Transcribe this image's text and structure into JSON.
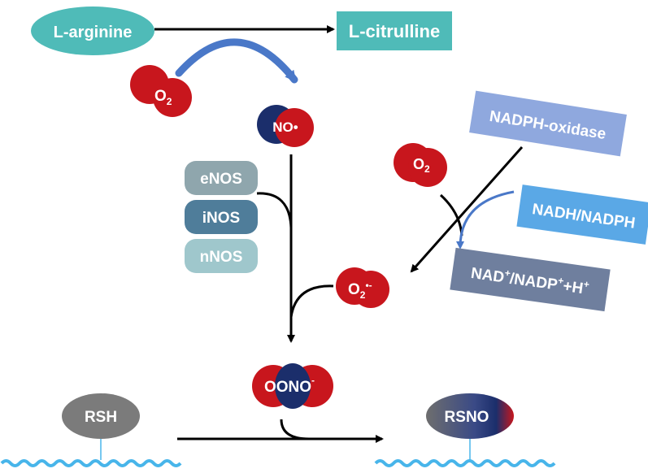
{
  "nodes": {
    "l_arginine": "L-arginine",
    "l_citrulline": "L-citrulline",
    "o2_left": {
      "base": "O",
      "sub": "2"
    },
    "nitric_oxide": "NO•",
    "enos": "eNOS",
    "inos": "iNOS",
    "nnos": "nNOS",
    "nadph_oxidase": "NADPH-oxidase",
    "o2_right": {
      "base": "O",
      "sub": "2"
    },
    "nadh_nadph": "NADH/NADPH",
    "nad_nadp": {
      "a": "NAD",
      "sup1": "+",
      "b": "/NADP",
      "sup2": "+",
      "c": "+H",
      "sup3": "+"
    },
    "superoxide": {
      "base": "O",
      "sub": "2",
      "sup": "•-"
    },
    "peroxynitrite": {
      "base": "OONO",
      "sup": "-"
    },
    "rsh": "RSH",
    "rsno": "RSNO"
  },
  "colors": {
    "teal": "#4fbbb8",
    "o2_red": "#c8161d",
    "navy": "#1b2e6b",
    "arrow_blue": "#4a78c8",
    "enos_gray": "#8fa6ad",
    "inos_blue": "#4f7d9a",
    "nnos_light": "#9fc7cc",
    "nadph_oxidase": "#8fa8de",
    "nadh_blue": "#5aa8e6",
    "nad_slate": "#6f7f9e",
    "rsh_gray": "#7b7b7b",
    "wave": "#48b5ea"
  }
}
